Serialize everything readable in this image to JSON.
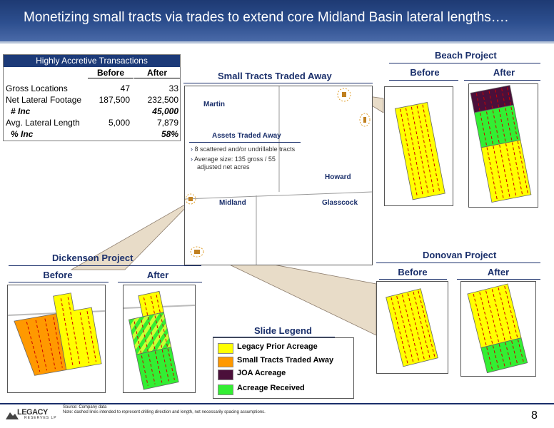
{
  "header": {
    "title": "Monetizing small tracts via trades to extend core Midland Basin lateral lengths…."
  },
  "table": {
    "title": "Highly Accretive Transactions",
    "col_before": "Before",
    "col_after": "After",
    "rows": [
      {
        "label": "Gross Locations",
        "before": "47",
        "after": "33"
      },
      {
        "label": "Net Lateral Footage",
        "before": "187,500",
        "after": "232,500"
      },
      {
        "label": "# Inc",
        "before": "",
        "after": "45,000"
      },
      {
        "label": "Avg. Lateral Length",
        "before": "5,000",
        "after": "7,879"
      },
      {
        "label": "% Inc",
        "before": "",
        "after": "58%"
      }
    ]
  },
  "map": {
    "title": "Small Tracts Traded Away",
    "counties": {
      "martin": "Martin",
      "howard": "Howard",
      "midland": "Midland",
      "glasscock": "Glasscock"
    },
    "assets_title": "Assets Traded Away",
    "bullet1": "8 scattered and/or undrillable tracts",
    "bullet2": "Average size: 135 gross / 55",
    "bullet2b": "adjusted net acres"
  },
  "beach": {
    "title": "Beach Project",
    "before": "Before",
    "after": "After"
  },
  "dickenson": {
    "title": "Dickenson Project",
    "before": "Before",
    "after": "After"
  },
  "donovan": {
    "title": "Donovan Project",
    "before": "Before",
    "after": "After"
  },
  "legend": {
    "title": "Slide Legend",
    "items": [
      {
        "label": "Legacy Prior Acreage",
        "color": "#ffff00"
      },
      {
        "label": "Small Tracts Traded Away",
        "color": "#ff9900"
      },
      {
        "label": "JOA Acreage",
        "color": "#4b0f3a"
      },
      {
        "label": "Acreage Received",
        "color": "#33ee33"
      }
    ]
  },
  "footer": {
    "source": "Source:    Company data",
    "note": "Note: dashed lines intended to represent drilling direction and length, not necessarily spacing assumptions.",
    "logo": "LEGACY",
    "logo_sub": "RESERVES LP",
    "page": "8"
  },
  "colors": {
    "yellow": "#ffff00",
    "orange": "#ff9900",
    "purple": "#4b0f3a",
    "green": "#33ee33",
    "navy": "#1a2f6b",
    "drill": "#cc0000"
  }
}
